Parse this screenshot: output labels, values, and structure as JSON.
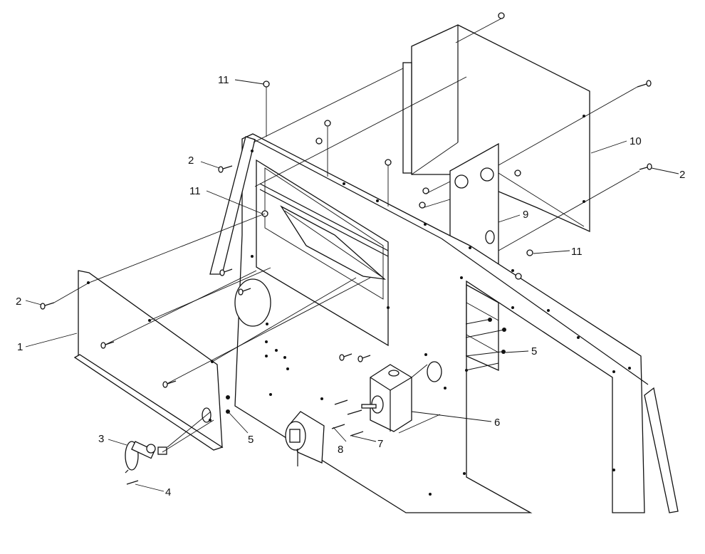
{
  "callouts": [
    {
      "id": "c1",
      "label": "1"
    },
    {
      "id": "c2a",
      "label": "2"
    },
    {
      "id": "c2b",
      "label": "2"
    },
    {
      "id": "c2c",
      "label": "2"
    },
    {
      "id": "c3",
      "label": "3"
    },
    {
      "id": "c4",
      "label": "4"
    },
    {
      "id": "c5a",
      "label": "5"
    },
    {
      "id": "c5b",
      "label": "5"
    },
    {
      "id": "c6",
      "label": "6"
    },
    {
      "id": "c7",
      "label": "7"
    },
    {
      "id": "c8",
      "label": "8"
    },
    {
      "id": "c9",
      "label": "9"
    },
    {
      "id": "c10",
      "label": "10"
    },
    {
      "id": "c11a",
      "label": "11"
    },
    {
      "id": "c11b",
      "label": "11"
    },
    {
      "id": "c11c",
      "label": "11"
    }
  ]
}
